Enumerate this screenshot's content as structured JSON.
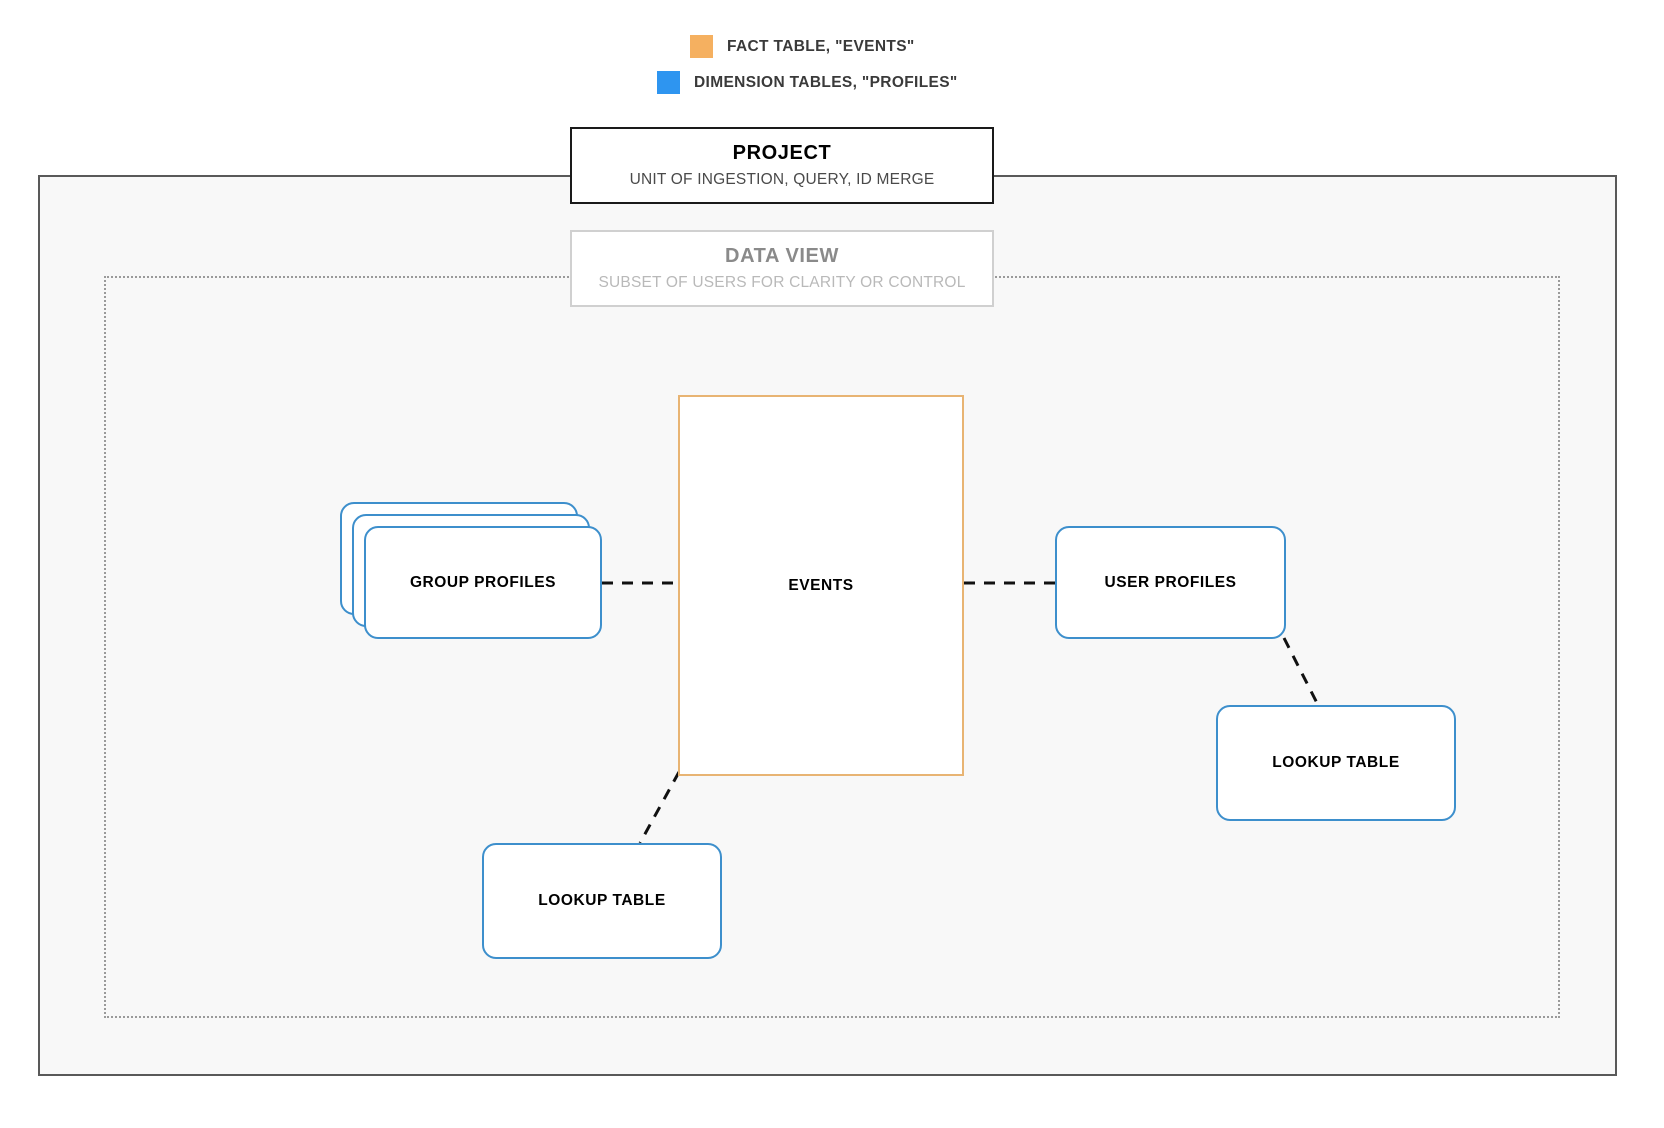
{
  "legend": {
    "items": [
      {
        "label": "FACT TABLE, \"EVENTS\"",
        "color": "#f5b060",
        "icon": "orange-square-swatch"
      },
      {
        "label": "DIMENSION TABLES, \"PROFILES\"",
        "color": "#2e95f0",
        "icon": "blue-square-swatch"
      }
    ]
  },
  "project": {
    "title": "PROJECT",
    "subtitle": "UNIT OF INGESTION, QUERY, ID MERGE",
    "border_color": "#1a1a1a"
  },
  "data_view": {
    "title": "DATA VIEW",
    "subtitle": "SUBSET OF USERS FOR CLARITY OR CONTROL",
    "border_color": "#d0d0d0"
  },
  "nodes": {
    "events": {
      "label": "EVENTS",
      "color": "#e8b473",
      "type": "fact-table"
    },
    "group_profiles": {
      "label": "GROUP PROFILES",
      "color": "#3d8fcc",
      "type": "dimension-table-stack"
    },
    "user_profiles": {
      "label": "USER PROFILES",
      "color": "#3d8fcc",
      "type": "dimension-table"
    },
    "lookup_left": {
      "label": "LOOKUP TABLE",
      "color": "#3d8fcc",
      "type": "dimension-table"
    },
    "lookup_right": {
      "label": "LOOKUP TABLE",
      "color": "#3d8fcc",
      "type": "dimension-table"
    }
  },
  "connectors": [
    {
      "from": "group-profiles",
      "to": "events",
      "style": "dashed"
    },
    {
      "from": "events",
      "to": "user-profiles",
      "style": "dashed"
    },
    {
      "from": "events",
      "to": "lookup-left",
      "style": "dashed"
    },
    {
      "from": "user-profiles",
      "to": "lookup-right",
      "style": "dashed"
    }
  ]
}
